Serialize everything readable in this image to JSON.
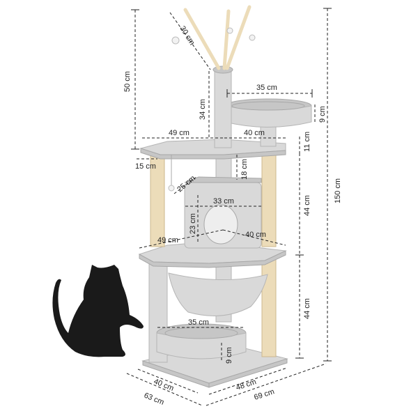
{
  "labels": {
    "rope_length": "30 cm",
    "top_post_height": "50 cm",
    "upper_post": "34 cm",
    "top_bed_width": "35 cm",
    "top_bed_depth": "9 cm",
    "shelf_width": "49 cm",
    "shelf_depth": "40 cm",
    "shelf_thickness": "11 cm",
    "shelf_edge": "15 cm",
    "house_gap": "18 cm",
    "house_depth": "25 cm",
    "house_width": "33 cm",
    "house_height": "23 cm",
    "mid_platform_width": "49 cm",
    "mid_platform_depth": "40 cm",
    "upper_section_height": "44 cm",
    "lower_section_height": "44 cm",
    "total_height": "150 cm",
    "basket_width": "35 cm",
    "basket_depth": "9 cm",
    "base_depth_inner": "40 cm",
    "base_depth_outer": "63 cm",
    "base_width_inner": "48 cm",
    "base_width_outer": "69 cm"
  },
  "colors": {
    "plush": "#d9d9d9",
    "sisal": "#ecdcb9",
    "cat": "#1a1a1a"
  }
}
